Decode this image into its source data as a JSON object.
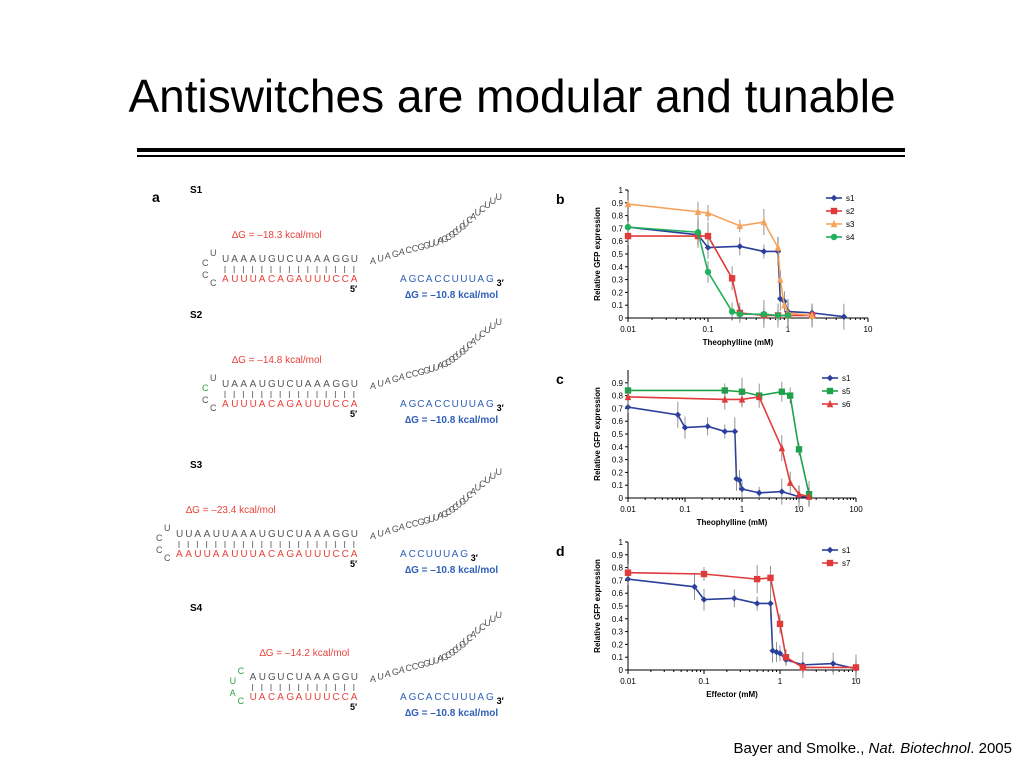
{
  "slide": {
    "title": "Antiswitches are modular and tunable",
    "citation": {
      "authors": "Bayer and Smolke., ",
      "journal": "Nat. Biotechnol",
      "year": ". 2005"
    }
  },
  "panel_a": {
    "label": "a",
    "constructs": [
      {
        "name": "S1",
        "dg_antisense": "∆G = –18.3 kcal/mol",
        "dg_aptamer": "∆G = –10.8 kcal/mol",
        "top_strand": "UAAAUGUCUAAAGGU",
        "bottom_strand": "AUUUACAGAUUUCCA",
        "loop": [
          "U",
          "C",
          "C",
          "C"
        ],
        "target_strand": "AGCACCUUUAG",
        "stem_loop": [
          "A",
          "U",
          "A",
          "G",
          "A",
          "C",
          "C",
          "G",
          "G",
          "U",
          "U",
          "A",
          "G",
          "C",
          "G",
          "C",
          "U",
          "G",
          "U",
          "C",
          "A",
          "U",
          "C",
          "U",
          "U",
          "U"
        ]
      },
      {
        "name": "S2",
        "dg_antisense": "∆G = –14.8 kcal/mol",
        "dg_aptamer": "∆G = –10.8 kcal/mol",
        "top_strand": "UAAAUGUCUAAAGGU",
        "bottom_strand": "AUUUACAGAUUUCCA",
        "loop": [
          "U",
          "C",
          "C",
          "C"
        ],
        "target_strand": "AGCACCUUUAG",
        "stem_loop": [
          "A",
          "U",
          "A",
          "G",
          "A",
          "C",
          "C",
          "G",
          "G",
          "U",
          "U",
          "A",
          "G",
          "C",
          "G",
          "C",
          "U",
          "G",
          "U",
          "C",
          "A",
          "U",
          "C",
          "U",
          "U",
          "U"
        ]
      },
      {
        "name": "S3",
        "dg_antisense": "∆G = –23.4 kcal/mol",
        "dg_aptamer": "∆G = –10.8 kcal/mol",
        "top_strand": "UUAAUUAAAUGUCUAAAGGU",
        "bottom_strand": "AAUUAAUUUACAGAUUUCCA",
        "loop": [
          "U",
          "C",
          "C",
          "C"
        ],
        "target_strand": "ACCUUUAG",
        "stem_loop": [
          "A",
          "U",
          "A",
          "G",
          "A",
          "C",
          "C",
          "G",
          "G",
          "U",
          "U",
          "A",
          "G",
          "C",
          "G",
          "C",
          "U",
          "G",
          "U",
          "C",
          "A",
          "U",
          "C",
          "U",
          "U",
          "U"
        ]
      },
      {
        "name": "S4",
        "dg_antisense": "∆G = –14.2 kcal/mol",
        "dg_aptamer": "∆G = –10.8 kcal/mol",
        "top_strand": "AUGUCUAAAGGU",
        "bottom_strand": "UACAGAUUUCCA",
        "loop": [
          "C",
          "U",
          "A",
          "C"
        ],
        "target_strand": "AGCACCUUUAG",
        "stem_loop": [
          "A",
          "U",
          "A",
          "G",
          "A",
          "C",
          "C",
          "G",
          "G",
          "U",
          "U",
          "A",
          "G",
          "C",
          "G",
          "C",
          "U",
          "G",
          "U",
          "C",
          "A",
          "U",
          "C",
          "U",
          "U",
          "U"
        ]
      }
    ],
    "five_prime": "5′",
    "three_prime": "3′"
  },
  "colors": {
    "red": "#e8423c",
    "blue": "#2f5fb8",
    "green": "#2ea043",
    "gray": "#555555",
    "s1": "#2b3f9c",
    "s2": "#e03a3a",
    "s3": "#f5a35c",
    "s4": "#22b05a",
    "s5": "#1fa34a",
    "s6": "#e03a3a",
    "s7": "#e03a3a"
  },
  "chart_data": [
    {
      "panel": "b",
      "type": "line",
      "xscale": "log",
      "xlabel": "Theophylline (mM)",
      "ylabel": "Relative GFP expression",
      "xlim": [
        0.01,
        10
      ],
      "ylim": [
        0,
        1
      ],
      "xticks": [
        "0.01",
        "0.1",
        "1",
        "10"
      ],
      "yticks": [
        "0",
        "0.1",
        "0.2",
        "0.3",
        "0.4",
        "0.5",
        "0.6",
        "0.7",
        "0.8",
        "0.9",
        "1"
      ],
      "legend_position": "top-right",
      "series": [
        {
          "name": "s1",
          "color": "#2b3f9c",
          "marker": "diamond",
          "x": [
            0.01,
            0.075,
            0.1,
            0.25,
            0.5,
            0.75,
            0.8,
            0.9,
            1,
            2,
            5
          ],
          "y": [
            0.71,
            0.65,
            0.55,
            0.56,
            0.52,
            0.52,
            0.15,
            0.13,
            0.05,
            0.04,
            0.01
          ]
        },
        {
          "name": "s2",
          "color": "#e03a3a",
          "marker": "square",
          "x": [
            0.01,
            0.075,
            0.1,
            0.2,
            0.25,
            0.5,
            0.75,
            1,
            2
          ],
          "y": [
            0.64,
            0.64,
            0.64,
            0.31,
            0.04,
            0.02,
            0.02,
            0.02,
            0.02
          ]
        },
        {
          "name": "s3",
          "color": "#f5a35c",
          "marker": "triangle",
          "x": [
            0.01,
            0.075,
            0.1,
            0.25,
            0.5,
            0.75,
            0.8,
            0.9,
            1,
            2
          ],
          "y": [
            0.89,
            0.83,
            0.82,
            0.72,
            0.75,
            0.55,
            0.3,
            0.1,
            0.04,
            0.02
          ]
        },
        {
          "name": "s4",
          "color": "#22b05a",
          "marker": "circle",
          "x": [
            0.01,
            0.075,
            0.1,
            0.2,
            0.25,
            0.5,
            0.75,
            1
          ],
          "y": [
            0.71,
            0.67,
            0.36,
            0.05,
            0.03,
            0.03,
            0.02,
            0.02
          ]
        }
      ]
    },
    {
      "panel": "c",
      "type": "line",
      "xscale": "log",
      "xlabel": "Theophylline (mM)",
      "ylabel": "Relative GFP expression",
      "xlim": [
        0.01,
        100
      ],
      "ylim": [
        0,
        1
      ],
      "xticks": [
        "0.01",
        "0.1",
        "1",
        "10",
        "100"
      ],
      "yticks": [
        "0",
        "0.1",
        "0.2",
        "0.3",
        "0.4",
        "0.5",
        "0.6",
        "0.7",
        "0.8",
        "0.9"
      ],
      "legend_position": "top-right",
      "series": [
        {
          "name": "s1",
          "color": "#2b3f9c",
          "marker": "diamond",
          "x": [
            0.01,
            0.075,
            0.1,
            0.25,
            0.5,
            0.75,
            0.8,
            0.9,
            1,
            2,
            5,
            10,
            15
          ],
          "y": [
            0.71,
            0.65,
            0.55,
            0.56,
            0.52,
            0.52,
            0.15,
            0.14,
            0.07,
            0.04,
            0.05,
            0.01,
            0.01
          ]
        },
        {
          "name": "s5",
          "color": "#1fa34a",
          "marker": "square",
          "x": [
            0.01,
            0.5,
            1,
            2,
            5,
            7,
            10,
            15
          ],
          "y": [
            0.84,
            0.84,
            0.83,
            0.8,
            0.83,
            0.8,
            0.38,
            0.03
          ]
        },
        {
          "name": "s6",
          "color": "#e03a3a",
          "marker": "triangle",
          "x": [
            0.01,
            0.5,
            1,
            2,
            5,
            7,
            10,
            15
          ],
          "y": [
            0.79,
            0.77,
            0.77,
            0.79,
            0.39,
            0.12,
            0.03,
            0.01
          ]
        }
      ]
    },
    {
      "panel": "d",
      "type": "line",
      "xscale": "log",
      "xlabel": "Effector (mM)",
      "ylabel": "Relative GFP expression",
      "xlim": [
        0.01,
        10
      ],
      "ylim": [
        0,
        1
      ],
      "xticks": [
        "0.01",
        "0.1",
        "1",
        "10"
      ],
      "yticks": [
        "0",
        "0.1",
        "0.2",
        "0.3",
        "0.4",
        "0.5",
        "0.6",
        "0.7",
        "0.8",
        "0.9",
        "1"
      ],
      "legend_position": "top-right",
      "series": [
        {
          "name": "s1",
          "color": "#2b3f9c",
          "marker": "diamond",
          "x": [
            0.01,
            0.075,
            0.1,
            0.25,
            0.5,
            0.75,
            0.8,
            0.9,
            1,
            1.2,
            2,
            5,
            10
          ],
          "y": [
            0.71,
            0.65,
            0.55,
            0.56,
            0.52,
            0.52,
            0.15,
            0.14,
            0.13,
            0.08,
            0.04,
            0.05,
            0.01
          ]
        },
        {
          "name": "s7",
          "color": "#e03a3a",
          "marker": "square",
          "x": [
            0.01,
            0.1,
            0.5,
            0.75,
            1,
            1.2,
            2,
            10
          ],
          "y": [
            0.76,
            0.75,
            0.71,
            0.72,
            0.36,
            0.1,
            0.02,
            0.02
          ]
        }
      ]
    }
  ]
}
